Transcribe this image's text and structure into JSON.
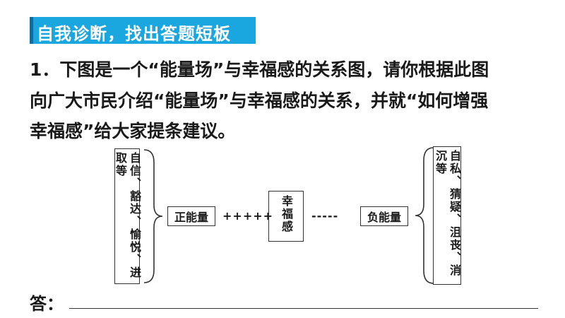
{
  "header": {
    "title": "自我诊断，找出答题短板"
  },
  "question": {
    "lines": [
      "1．下图是一个“能量场”与幸福感的关系图，请你根据此图",
      "向广大市民介绍“能量场”与幸福感的关系，并就“如何增强",
      "幸福感”给大家提条建议。"
    ]
  },
  "diagram": {
    "left_traits": "自信、豁达、愉悦、进取等",
    "positive_energy": "正能量",
    "plus_connector": "+++++",
    "center": "幸福感",
    "minus_connector": "-----",
    "negative_energy": "负能量",
    "right_traits": "自私、猜疑、沮丧、消沉等"
  },
  "answer": {
    "label": "答："
  }
}
